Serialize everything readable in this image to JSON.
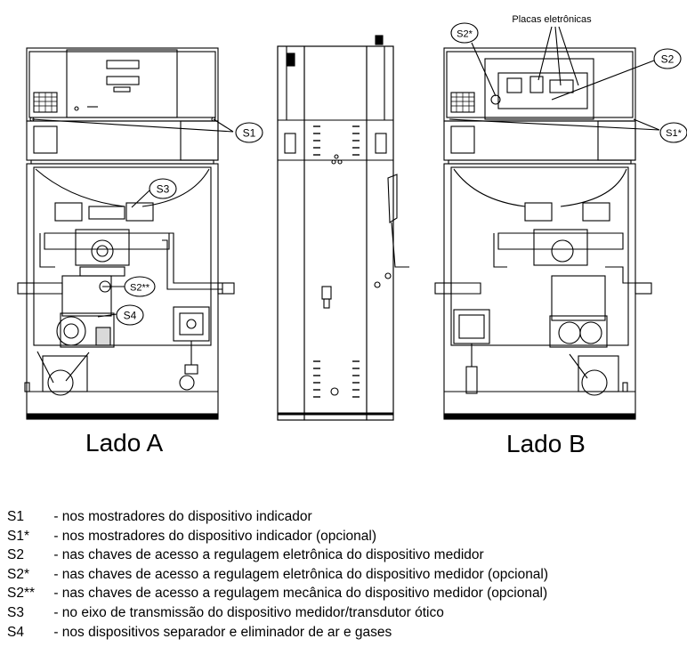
{
  "callouts": {
    "s1_left": "S1",
    "s3": "S3",
    "s2_double": "S2**",
    "s4": "S4",
    "s2_star": "S2*",
    "s2": "S2",
    "s1_star": "S1*",
    "placas": "Placas eletrônicas"
  },
  "labels": {
    "lado_a": "Lado A",
    "lado_b": "Lado B"
  },
  "legend": [
    {
      "code": "S1",
      "desc": "- nos mostradores do dispositivo indicador"
    },
    {
      "code": "S1*",
      "desc": "- nos mostradores do dispositivo indicador (opcional)"
    },
    {
      "code": "S2",
      "desc": "- nas chaves de acesso a regulagem eletrônica do dispositivo medidor"
    },
    {
      "code": "S2*",
      "desc": "- nas chaves de acesso a regulagem eletrônica do dispositivo medidor (opcional)"
    },
    {
      "code": "S2**",
      "desc": "- nas chaves de acesso a regulagem mecânica do dispositivo medidor (opcional)"
    },
    {
      "code": "S3",
      "desc": "- no eixo de transmissão do dispositivo medidor/transdutor ótico"
    },
    {
      "code": "S4",
      "desc": "- nos dispositivos separador e eliminador de ar e gases"
    }
  ]
}
